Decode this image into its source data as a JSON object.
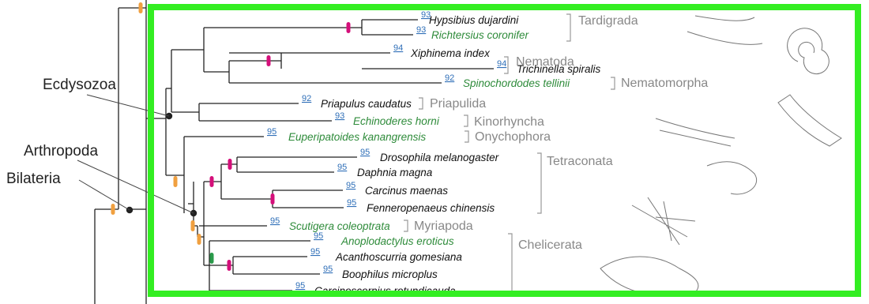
{
  "clades": {
    "ecdysozoa": "Ecdysozoa",
    "arthropoda": "Arthropoda",
    "bilateria": "Bilateria"
  },
  "taxa": [
    {
      "name": "Hypsibius dujardini",
      "support": "93",
      "green": false
    },
    {
      "name": "Richtersius coronifer",
      "support": "93",
      "green": true
    },
    {
      "name": "Xiphinema index",
      "support": "94",
      "green": false
    },
    {
      "name": "Trichinella spiralis",
      "support": "94",
      "green": false
    },
    {
      "name": "Spinochordodes tellinii",
      "support": "92",
      "green": true
    },
    {
      "name": "Priapulus caudatus",
      "support": "92",
      "green": false
    },
    {
      "name": "Echinoderes horni",
      "support": "93",
      "green": true
    },
    {
      "name": "Euperipatoides kanangrensis",
      "support": "95",
      "green": true
    },
    {
      "name": "Drosophila melanogaster",
      "support": "95",
      "green": false
    },
    {
      "name": "Daphnia magna",
      "support": "95",
      "green": false
    },
    {
      "name": "Carcinus maenas",
      "support": "95",
      "green": false
    },
    {
      "name": "Fenneropenaeus chinensis",
      "support": "95",
      "green": false
    },
    {
      "name": "Scutigera coleoptrata",
      "support": "95",
      "green": true
    },
    {
      "name": "Anoplodactylus eroticus",
      "support": "95",
      "green": true
    },
    {
      "name": "Acanthoscurria gomesiana",
      "support": "95",
      "green": false
    },
    {
      "name": "Boophilus microplus",
      "support": "95",
      "green": false
    },
    {
      "name": "Carcinoscorpius rotundicauda",
      "support": "95",
      "green": false
    }
  ],
  "groups": [
    "Tardigrada",
    "Nematoda",
    "Nematomorpha",
    "Priapulida",
    "Kinorhyncha",
    "Onychophora",
    "Tetraconata",
    "Myriapoda",
    "Chelicerata"
  ],
  "colors": {
    "branch": "#222222",
    "support": "#2f6fb8",
    "green_taxon": "#2e8b3a",
    "group_label": "#888888",
    "bracket": "#999999",
    "marker_orange": "#f0a040",
    "marker_pink": "#d4107a",
    "marker_green": "#2a9a4a",
    "selection": "#33ee22"
  },
  "icons": [
    "tardigrade-illustration",
    "nematode-illustration",
    "priapulid-illustration",
    "kinorhynch-illustration",
    "onychophoran-illustration",
    "myriapod-illustration",
    "horseshoe-crab-illustration"
  ]
}
